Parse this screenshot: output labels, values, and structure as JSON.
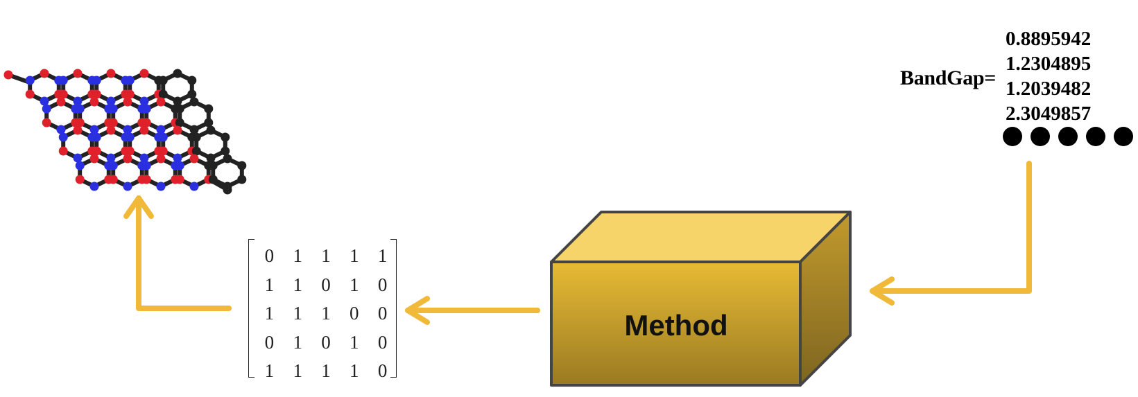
{
  "colors": {
    "arrow": "#F0B93A",
    "box_front_top": "#E8BB35",
    "box_front_bottom": "#9A7A22",
    "box_top": "#F7D46A",
    "box_side": "#A68424",
    "box_edge": "#444444",
    "atom_carbon": "#222222",
    "atom_boron": "#E0202A",
    "atom_nitrogen": "#2A30E0"
  },
  "output": {
    "label": "BandGap=",
    "values": [
      "0.8895942",
      "1.2304895",
      "1.2039482",
      "2.3049857"
    ],
    "ellipsis_dots": 5
  },
  "method": {
    "label": "Method"
  },
  "matrix": {
    "rows": [
      [
        "0",
        "1",
        "1",
        "1",
        "1"
      ],
      [
        "1",
        "1",
        "0",
        "1",
        "0"
      ],
      [
        "1",
        "1",
        "1",
        "0",
        "0"
      ],
      [
        "0",
        "1",
        "0",
        "1",
        "0"
      ],
      [
        "1",
        "1",
        "1",
        "1",
        "0"
      ]
    ]
  },
  "structure": {
    "description_icon": "molecular-lattice-icon"
  }
}
